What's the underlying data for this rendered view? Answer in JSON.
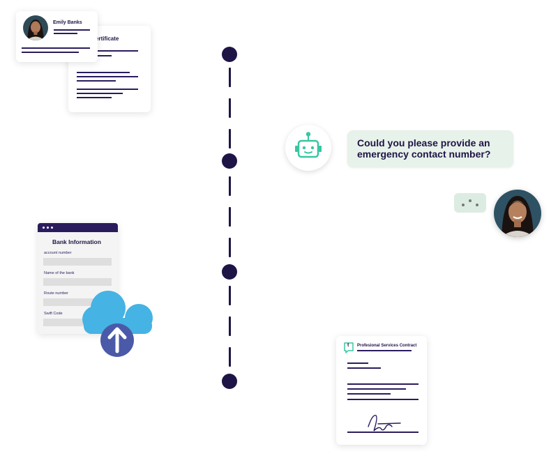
{
  "profile_card": {
    "name": "Emily Banks"
  },
  "certificate_card": {
    "title": "ertificate"
  },
  "bank_form": {
    "title": "Bank Information",
    "fields": [
      "account number",
      "Name of the bank",
      "Route number",
      "Swift Code"
    ]
  },
  "chat": {
    "question": "Could you please provide an emergency contact number?"
  },
  "contract_card": {
    "logo_letter": "t",
    "title": "Profesional Services Contract"
  },
  "colors": {
    "primary": "#1f1446",
    "bot_accent": "#37c7a2",
    "bubble_bg": "#e7f2ea",
    "cloud": "#45b3e3",
    "upload_circle": "#4a5aa8"
  }
}
